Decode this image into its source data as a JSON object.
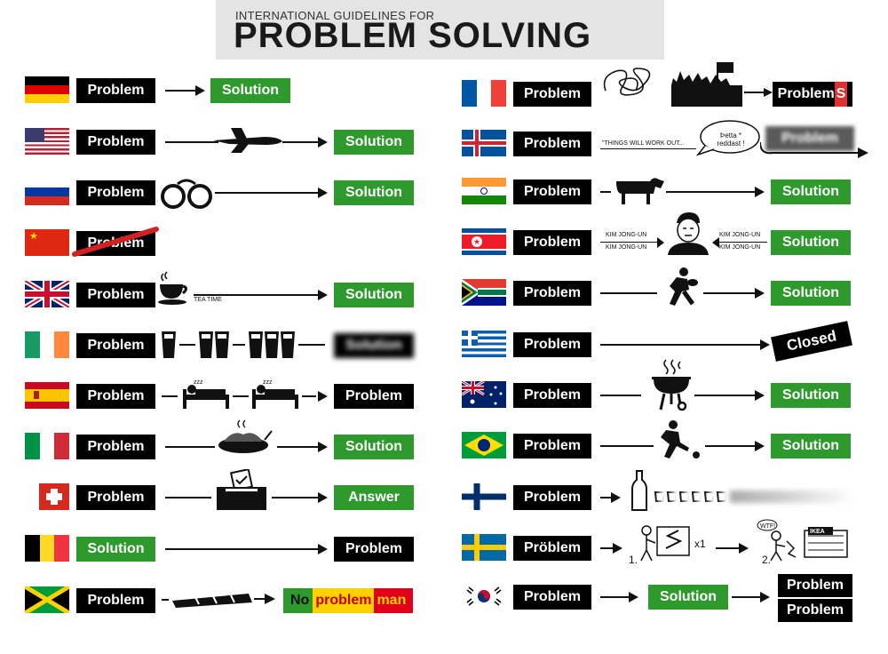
{
  "header": {
    "subtitle": "INTERNATIONAL GUIDELINES FOR",
    "title": "PROBLEM SOLVING"
  },
  "words": {
    "problem": "Problem",
    "solution": "Solution",
    "answer": "Answer",
    "closed": "Closed",
    "problems": "Problem",
    "problems_s": "S",
    "problem_umlaut": "Pröblem",
    "no": "No",
    "problem_lc": "problem",
    "man": "man",
    "things_will_work_out": "\"THINGS WILL WORK OUT...",
    "thetta_reddast": "Þetta * reddast !",
    "tea_time": "TEA TIME",
    "kim_jong_un": "KIM JONG-UN",
    "x1": "x1",
    "step_1": "1.",
    "step_2": "2.",
    "wtf": "WTF!",
    "ikea": "IKEA"
  },
  "rows_left": [
    {
      "country": "Germany",
      "flag": "germany-flag"
    },
    {
      "country": "USA",
      "flag": "usa-flag"
    },
    {
      "country": "Russia",
      "flag": "russia-flag"
    },
    {
      "country": "China",
      "flag": "china-flag"
    },
    {
      "country": "United Kingdom",
      "flag": "uk-flag"
    },
    {
      "country": "Ireland",
      "flag": "ireland-flag"
    },
    {
      "country": "Spain",
      "flag": "spain-flag"
    },
    {
      "country": "Italy",
      "flag": "italy-flag"
    },
    {
      "country": "Switzerland",
      "flag": "switzerland-flag"
    },
    {
      "country": "Belgium",
      "flag": "belgium-flag"
    },
    {
      "country": "Jamaica",
      "flag": "jamaica-flag"
    }
  ],
  "rows_right": [
    {
      "country": "France",
      "flag": "france-flag"
    },
    {
      "country": "Iceland",
      "flag": "iceland-flag"
    },
    {
      "country": "India",
      "flag": "india-flag"
    },
    {
      "country": "North Korea",
      "flag": "north-korea-flag"
    },
    {
      "country": "South Africa",
      "flag": "south-africa-flag"
    },
    {
      "country": "Greece",
      "flag": "greece-flag"
    },
    {
      "country": "Australia",
      "flag": "australia-flag"
    },
    {
      "country": "Brazil",
      "flag": "brazil-flag"
    },
    {
      "country": "Finland",
      "flag": "finland-flag"
    },
    {
      "country": "Sweden",
      "flag": "sweden-flag"
    },
    {
      "country": "South Korea",
      "flag": "south-korea-flag"
    }
  ]
}
